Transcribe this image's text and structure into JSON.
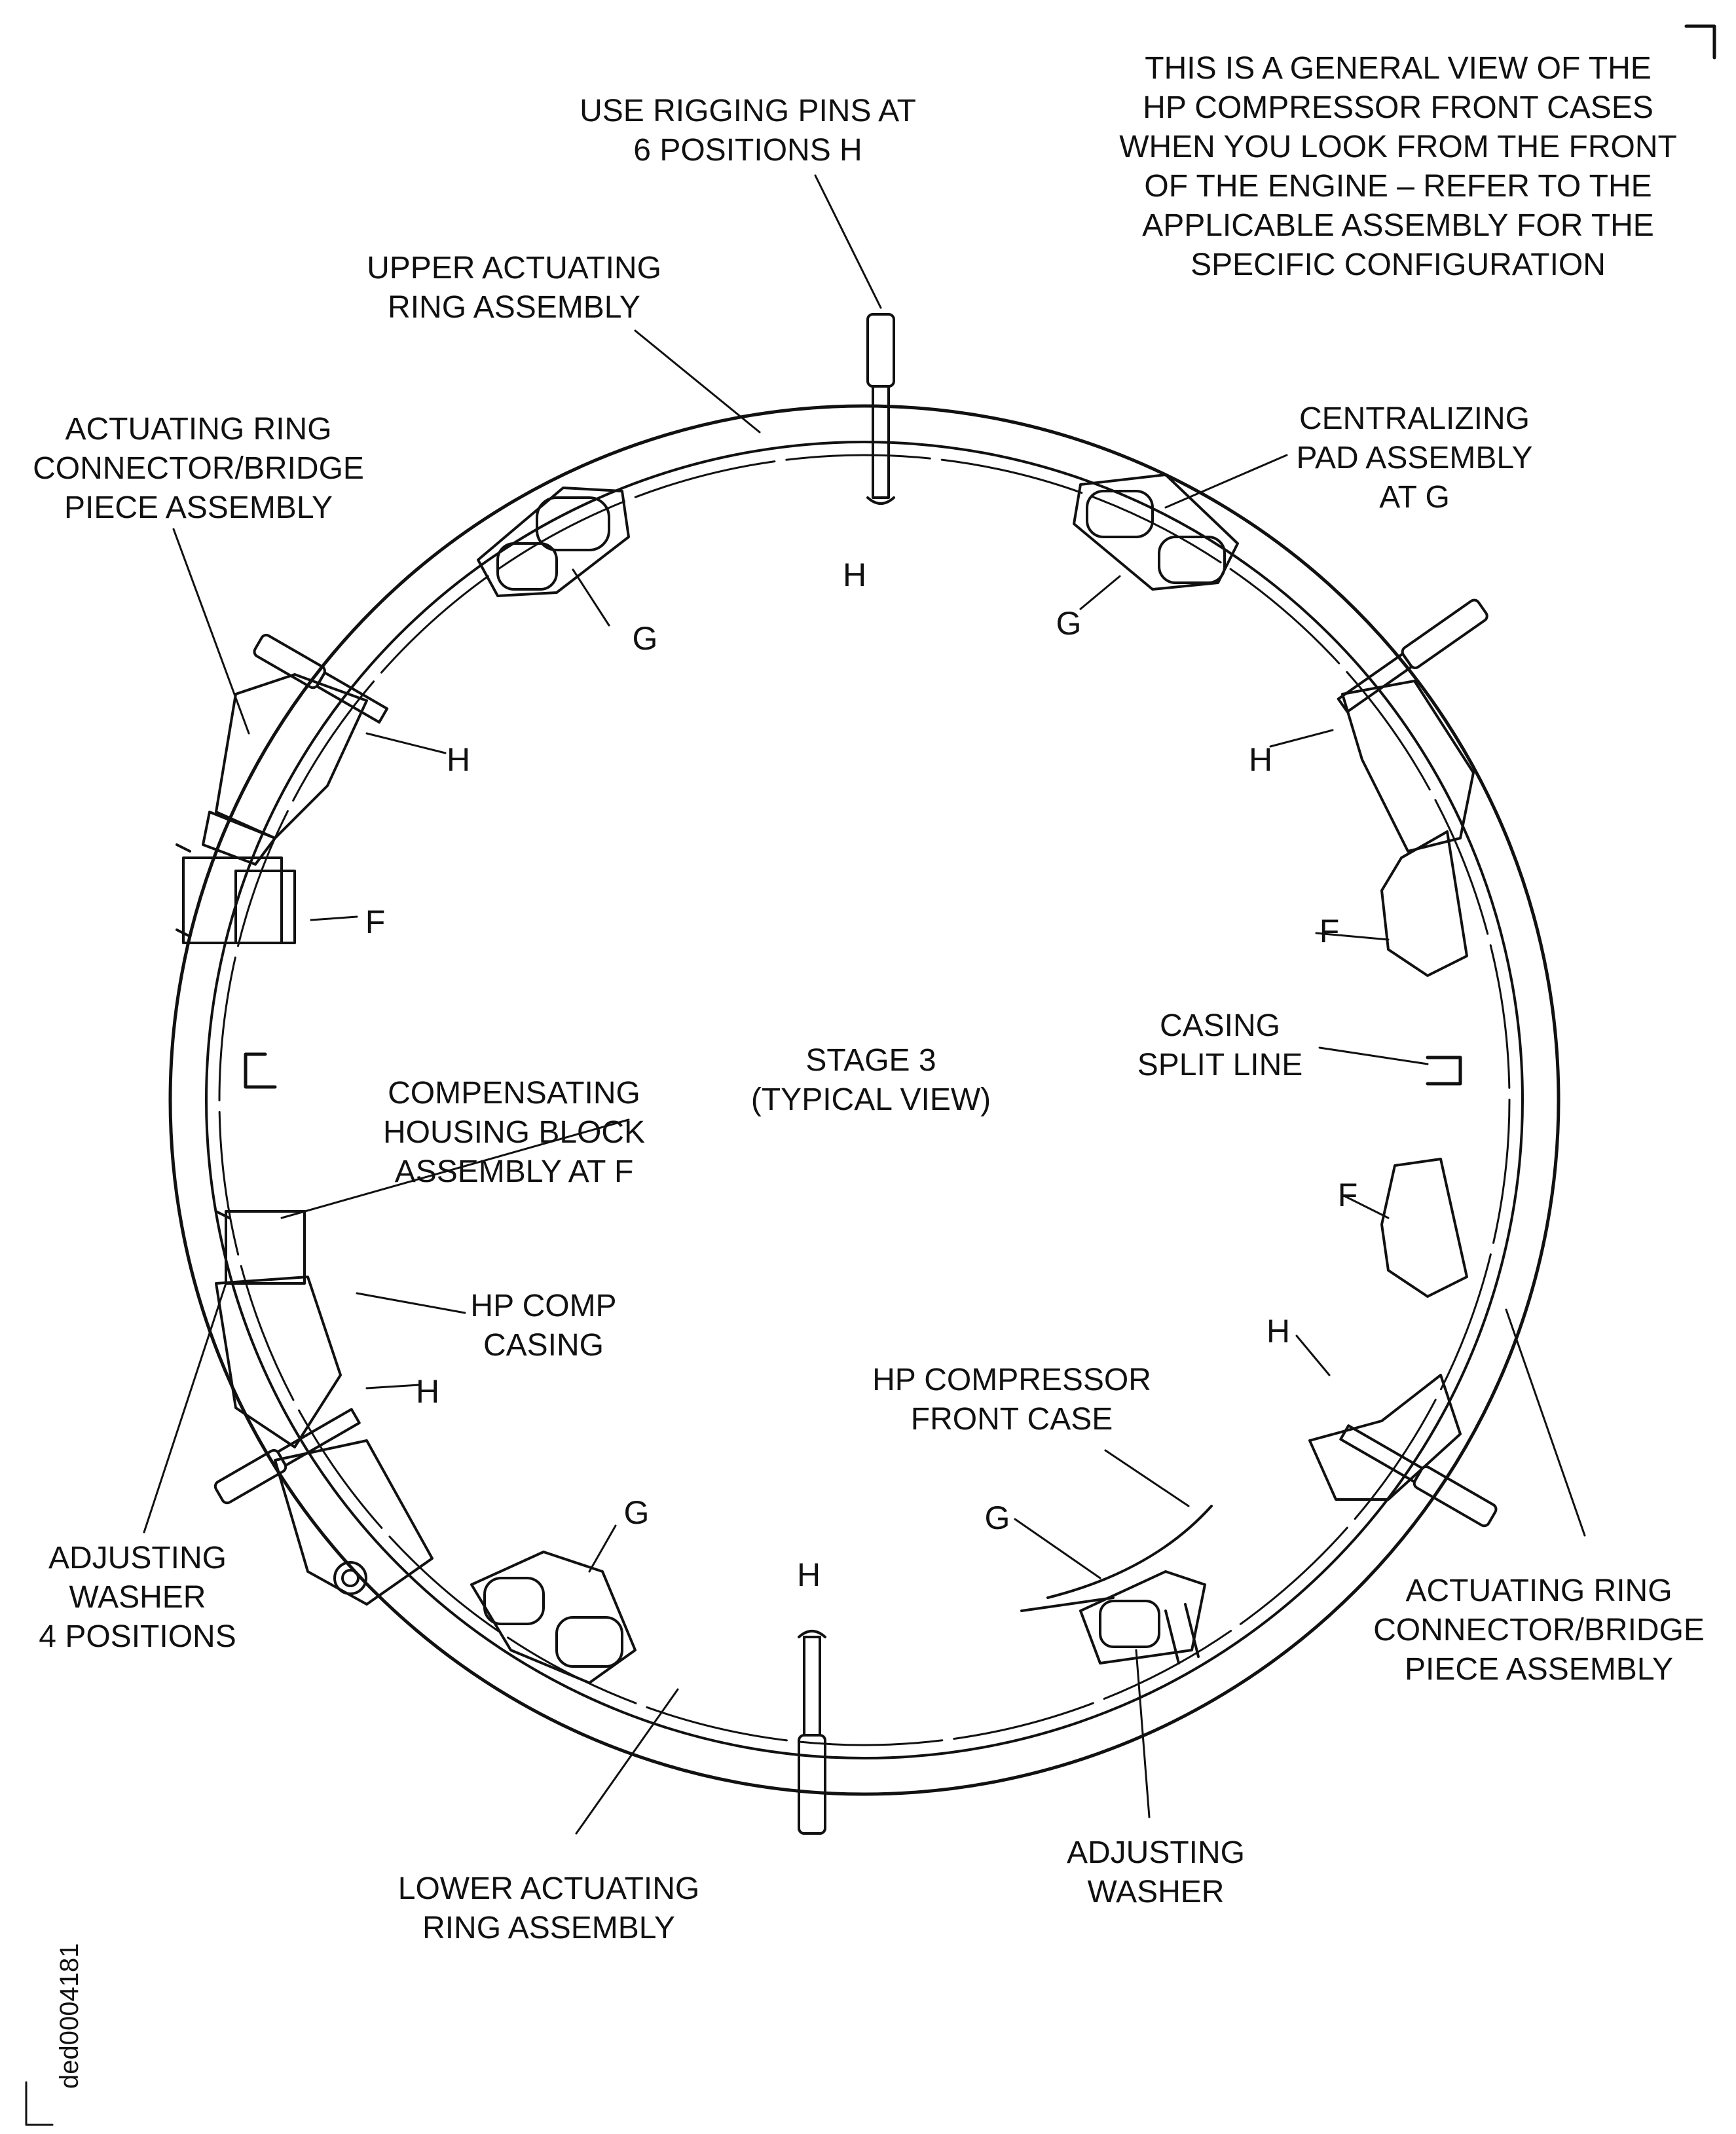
{
  "notes": {
    "general_view": "THIS IS A GENERAL VIEW OF THE\nHP COMPRESSOR FRONT CASES\nWHEN YOU LOOK FROM THE FRONT\nOF THE ENGINE – REFER TO THE\nAPPLICABLE ASSEMBLY FOR THE\nSPECIFIC CONFIGURATION"
  },
  "labels": {
    "rigging_pins": "USE RIGGING PINS AT\n6 POSITIONS H",
    "upper_ring": "UPPER ACTUATING\nRING ASSEMBLY",
    "connector_left": "ACTUATING RING\nCONNECTOR/BRIDGE\nPIECE ASSEMBLY",
    "centralizing_pad": "CENTRALIZING\nPAD ASSEMBLY\nAT G",
    "stage": "STAGE 3\n(TYPICAL VIEW)",
    "casing_split": "CASING\nSPLIT LINE",
    "compensating": "COMPENSATING\nHOUSING BLOCK\nASSEMBLY AT F",
    "hp_comp_casing": "HP COMP\nCASING",
    "hp_front_case": "HP COMPRESSOR\nFRONT CASE",
    "adjusting_washer_4": "ADJUSTING\nWASHER\n4 POSITIONS",
    "connector_right": "ACTUATING RING\nCONNECTOR/BRIDGE\nPIECE ASSEMBLY",
    "lower_ring": "LOWER ACTUATING\nRING ASSEMBLY",
    "adjusting_washer": "ADJUSTING\nWASHER"
  },
  "letters": {
    "h_top": "H",
    "g_top_left": "G",
    "g_top_right": "G",
    "h_upper_left": "H",
    "h_upper_right": "H",
    "f_left": "F",
    "f_right_upper": "F",
    "f_right_lower": "F",
    "h_lower_left": "H",
    "h_lower_right": "H",
    "g_bottom_left": "G",
    "g_bottom_right": "G",
    "h_bottom": "H"
  },
  "document_id": "ded0004181"
}
